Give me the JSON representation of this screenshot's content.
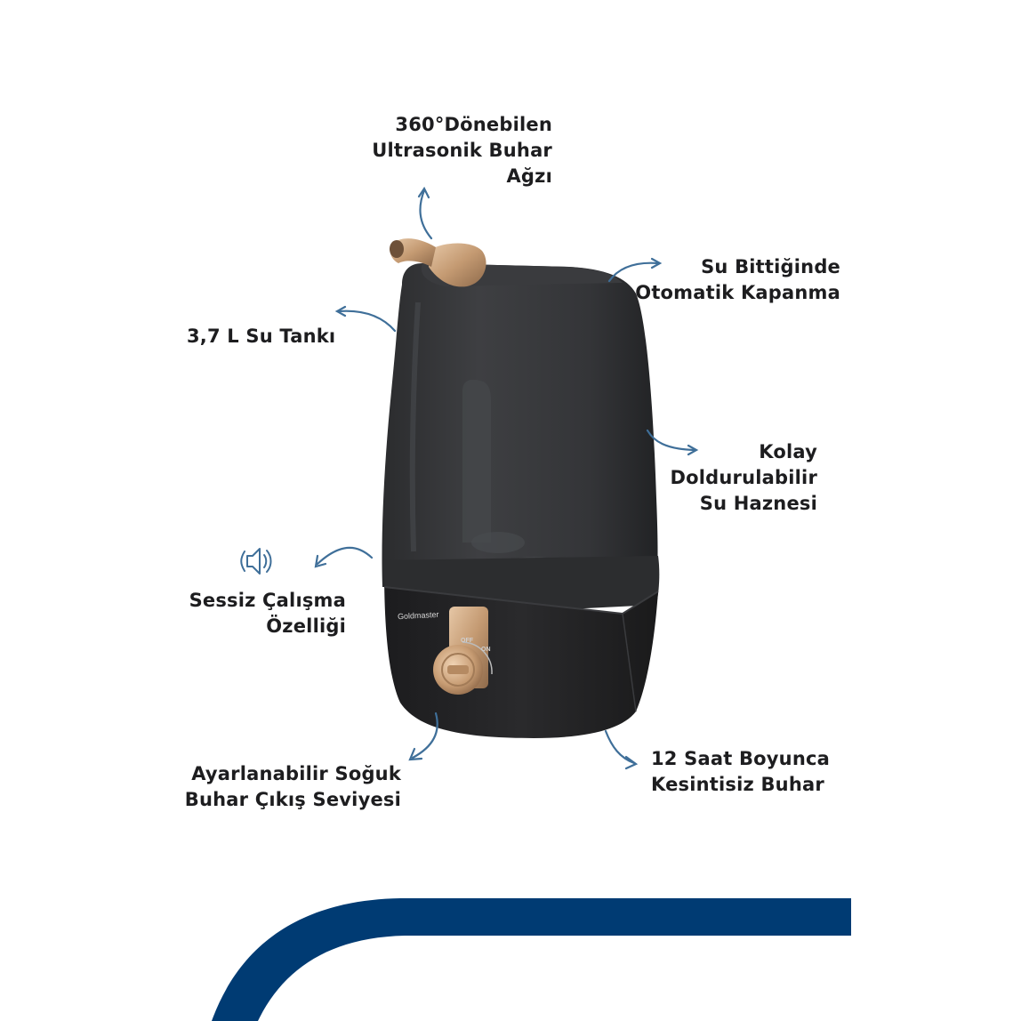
{
  "features": {
    "nozzle": "360°Dönebilen\nUltrasonik Buhar\nAğzı",
    "auto_off": "Su Bittiğinde\nOtomatik Kapanma",
    "tank": "3,7 L Su Tankı",
    "easy_fill": "Kolay\nDoldurulabilir\nSu Haznesi",
    "silent": "Sessiz Çalışma\nÖzelliği",
    "adjustable": "Ayarlanabilir Soğuk\nBuhar Çıkış Seviyesi",
    "continuous": "12 Saat Boyunca\nKesintisiz Buhar"
  },
  "product": {
    "brand": "Goldmaster",
    "dial_off": "OFF",
    "dial_on": "ON"
  },
  "colors": {
    "arrow": "#3f6f99",
    "band": "#003b73",
    "body": "#2a2b2d",
    "gold": "#c9a07a"
  },
  "icons": {
    "silent": "speaker-sound-icon"
  }
}
